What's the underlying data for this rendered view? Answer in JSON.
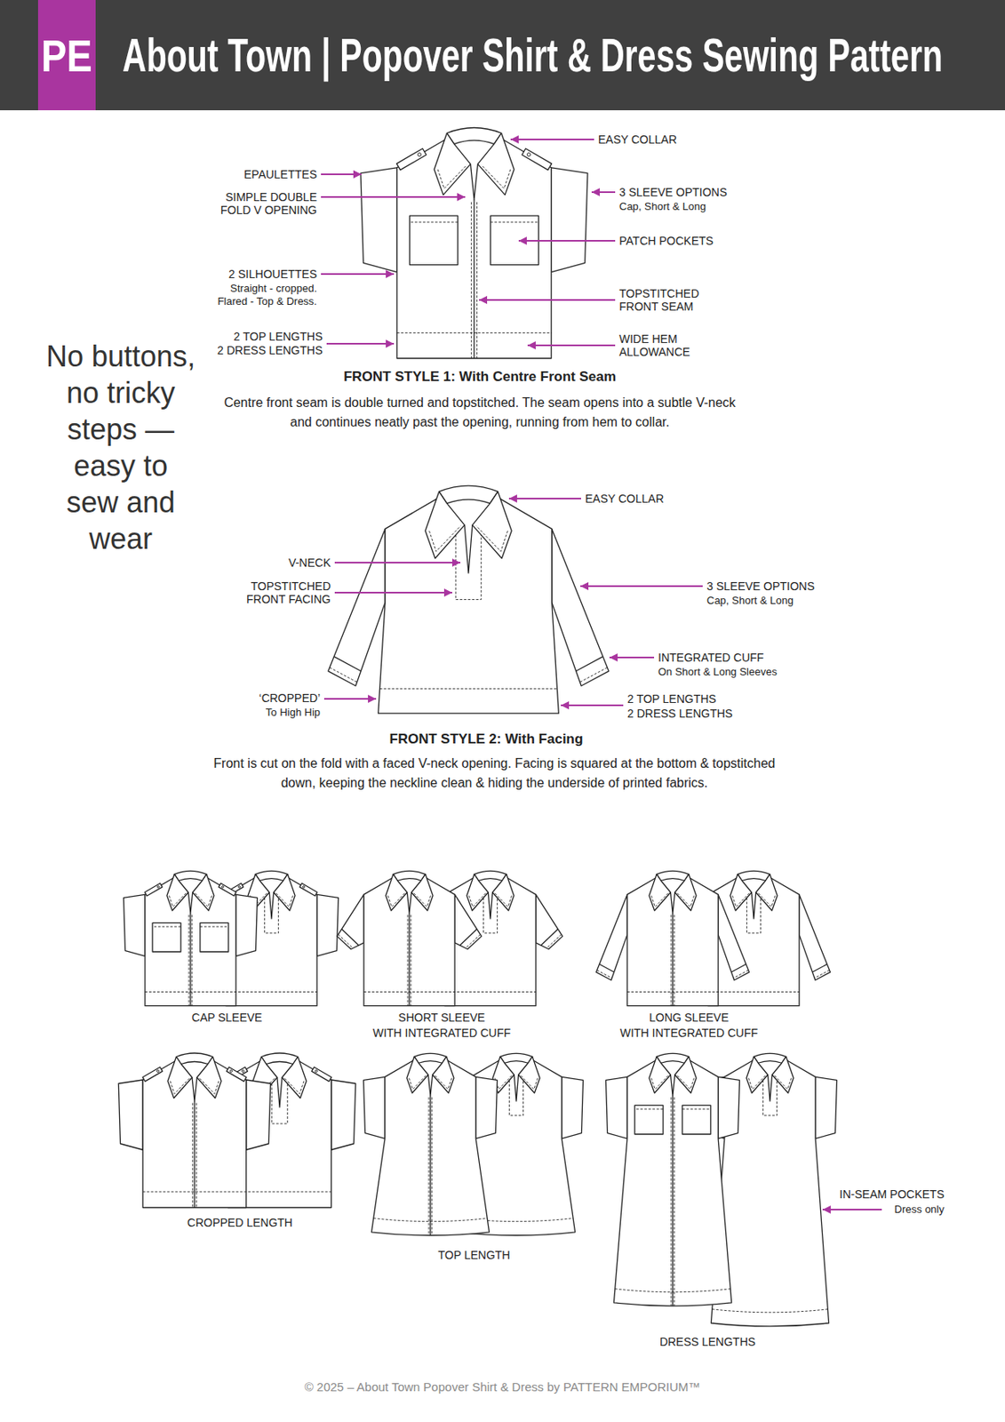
{
  "diagram": {
    "title": "About Town | Popover Shirt & Dress Sewing Pattern",
    "nodes": [
      {
        "text": [
          "PE"
        ]
      }
    ],
    "labels": [
      "EASY COLLAR",
      "EPAULETTES",
      "SIMPLE DOUBLE FOLD V OPENING",
      "3 SLEEVE OPTIONS",
      "Cap, Short & Long",
      "PATCH POCKETS",
      "2 SILHOUETTES",
      "Straight - cropped. Flared - Top & Dress.",
      "TOPSTITCHED FRONT SEAM",
      "2 TOP LENGTHS",
      "2 DRESS LENGTHS",
      "WIDE HEM ALLOWANCE",
      "FRONT STYLE 1: With Centre Front Seam",
      "Centre front seam is double turned and topstitched. The seam opens into a subtle V-neck and continues neatly past the opening, running from hem to collar.",
      "No buttons, no tricky steps — easy to sew and wear",
      "EASY COLLAR",
      "V-NECK",
      "TOPSTITCHED FRONT FACING",
      "3 SLEEVE OPTIONS",
      "Cap, Short & Long",
      "INTEGRATED CUFF",
      "On Short & Long Sleeves",
      "‘CROPPED’",
      "To High Hip",
      "2 TOP LENGTHS",
      "2 DRESS LENGTHS",
      "FRONT STYLE 2: With Facing",
      "Front is cut on the fold with a faced V-neck opening. Facing is squared at the bottom & topstitched down, keeping the neckline clean & hiding the underside of printed fabrics.",
      "CAP SLEEVE",
      "SHORT SLEEVE",
      "WITH INTEGRATED CUFF",
      "LONG SLEEVE",
      "WITH INTEGRATED CUFF",
      "CROPPED LENGTH",
      "TOP LENGTH",
      "DRESS LENGTHS",
      "IN-SEAM POCKETS",
      "Dress only",
      "© 2025 – About Town Popover Shirt & Dress by PATTERN EMPORIUM™"
    ]
  }
}
